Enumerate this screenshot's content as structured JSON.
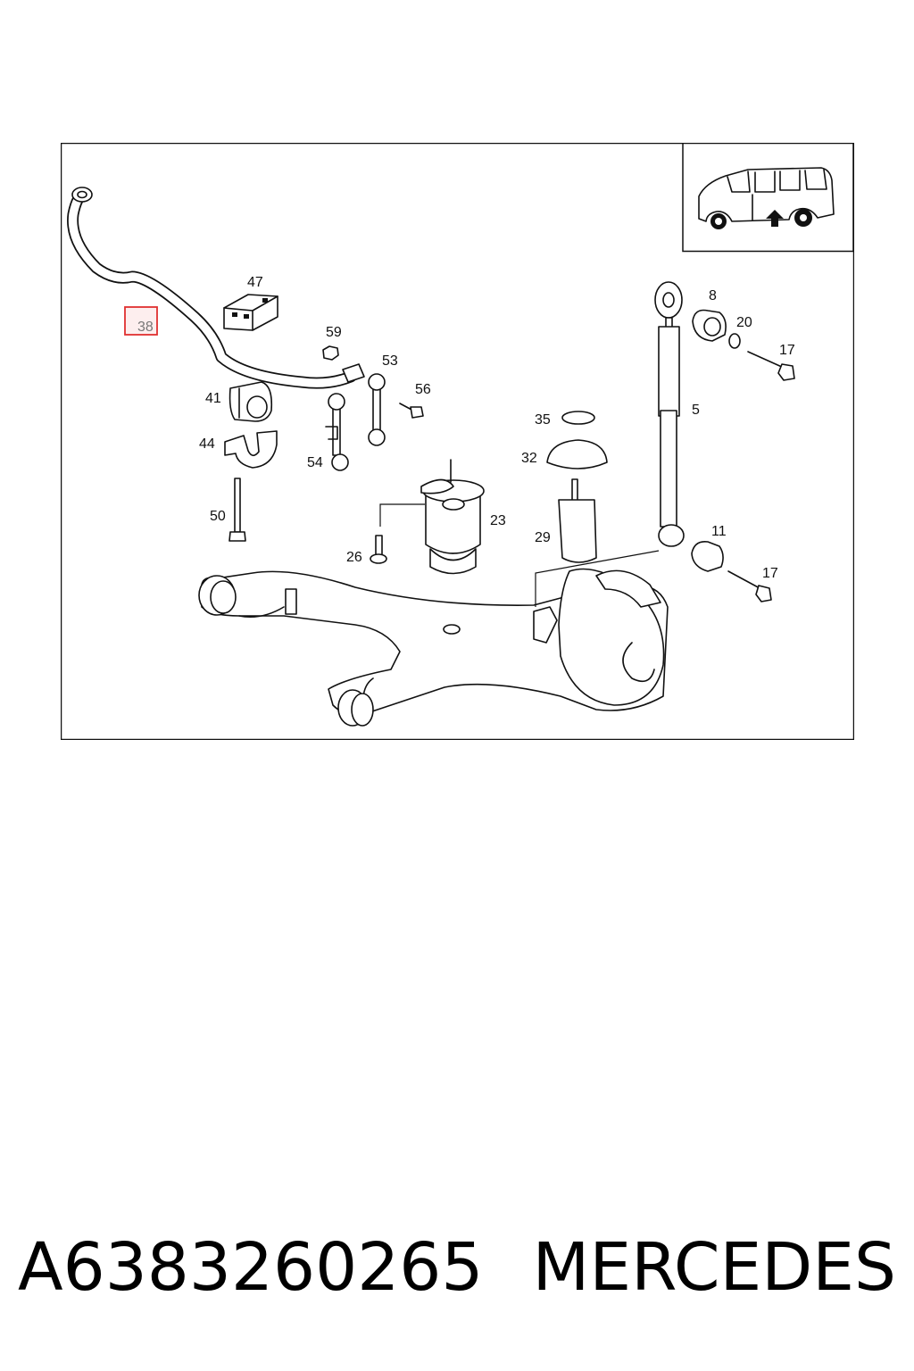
{
  "callouts": {
    "p38": "38",
    "p47": "47",
    "p59": "59",
    "p53": "53",
    "p56": "56",
    "p41": "41",
    "p44": "44",
    "p54": "54",
    "p50": "50",
    "p26": "26",
    "p23": "23",
    "p35": "35",
    "p32": "32",
    "p29": "29",
    "p8": "8",
    "p20": "20",
    "p17a": "17",
    "p5": "5",
    "p11": "11",
    "p17b": "17"
  },
  "highlighted_part": "38",
  "colors": {
    "highlight_border": "#e03030",
    "highlight_fill": "#fdeeee",
    "line": "#111111"
  },
  "inset_icon": "van-side-view-with-rear-axle-arrow",
  "footer": {
    "part_number": "A6383260265",
    "brand": "MERCEDES"
  }
}
